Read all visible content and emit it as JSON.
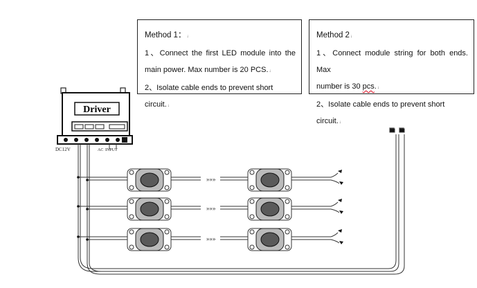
{
  "method1": {
    "title": "Method 1：",
    "line1a": "1、Connect the first LED module into the",
    "line1b": "main power. Max number is 20 PCS.",
    "line2": "2、Isolate cable ends to prevent short circuit.",
    "mark": "↓"
  },
  "method2": {
    "title": "Method 2",
    "line1a": "1、Connect module string for both ends. Max",
    "line1b_pre": "number is 30 ",
    "line1b_wavy": "pcs",
    "line1b_post": ".",
    "line2": "2、Isolate cable ends to prevent short circuit.",
    "mark": "↓"
  },
  "driver": {
    "label": "Driver",
    "dc_label": "DC12V",
    "ac_label": "AC",
    "input_label": "INPUT"
  },
  "series_arrow": "»»»",
  "module_rows": 3
}
